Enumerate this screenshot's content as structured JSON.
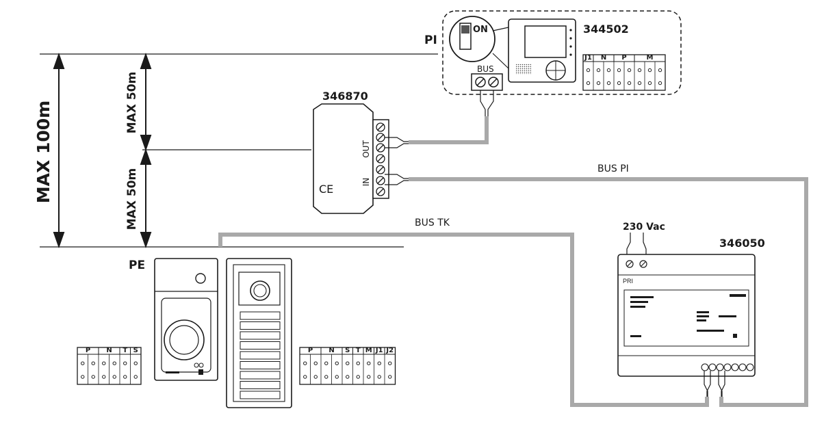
{
  "labels": {
    "pi": "PI",
    "pe": "PE",
    "max_total": "MAX 100m",
    "max_upper": "MAX 50m",
    "max_lower": "MAX 50m",
    "bus_pi": "BUS PI",
    "bus_tk": "BUS TK",
    "bus_terminal": "BUS",
    "switch_on": "ON",
    "supply": "230 Vac",
    "out": "OUT",
    "in": "IN",
    "ce_mark": "CE",
    "pri": "PRI"
  },
  "devices": {
    "monitor": "344502",
    "repeater": "346870",
    "power_supply": "346050"
  },
  "terminals": {
    "monitor": [
      "J1",
      "N",
      "P",
      "M"
    ],
    "entrance_left": [
      "P",
      "N",
      "T",
      "S"
    ],
    "entrance_right": [
      "P",
      "N",
      "S",
      "T",
      "M",
      "J1",
      "J2"
    ]
  },
  "colors": {
    "wire": "#a9a9a9",
    "line": "#1a1a1a",
    "panel_fill": "#f2f2f2"
  }
}
